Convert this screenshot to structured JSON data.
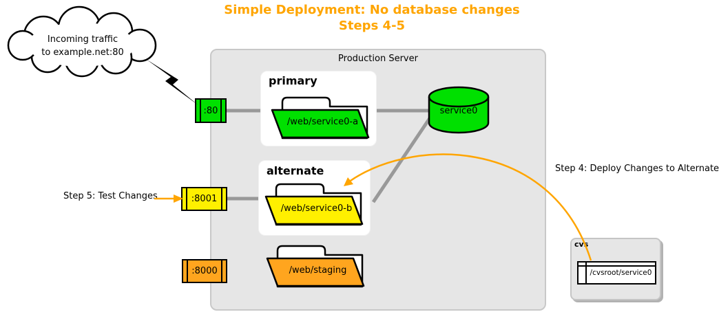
{
  "title": {
    "line1": "Simple Deployment: No database changes",
    "line2": "Steps 4-5"
  },
  "cloud": {
    "line1": "Incoming traffic",
    "line2": "to example.net:80"
  },
  "production_server": {
    "label": "Production Server"
  },
  "primary": {
    "label": "primary",
    "folder": "/web/service0-a"
  },
  "alternate": {
    "label": "alternate",
    "folder": "/web/service0-b"
  },
  "staging": {
    "folder": "/web/staging"
  },
  "database": {
    "label": "service0"
  },
  "ports": {
    "http": ":80",
    "alternate": ":8001",
    "staging": ":8000"
  },
  "annotations": {
    "step4": "Step 4: Deploy Changes to Alternate",
    "step5": "Step 5: Test Changes"
  },
  "cvs": {
    "label": "cvs",
    "repo": "/cvsroot/service0"
  },
  "colors": {
    "green": "#00E000",
    "yellow": "#FFF000",
    "orange_fill": "#FFA51E",
    "accent_orange": "#FFA500",
    "connector_gray": "#999999",
    "panel_gray": "#E6E6E6"
  }
}
